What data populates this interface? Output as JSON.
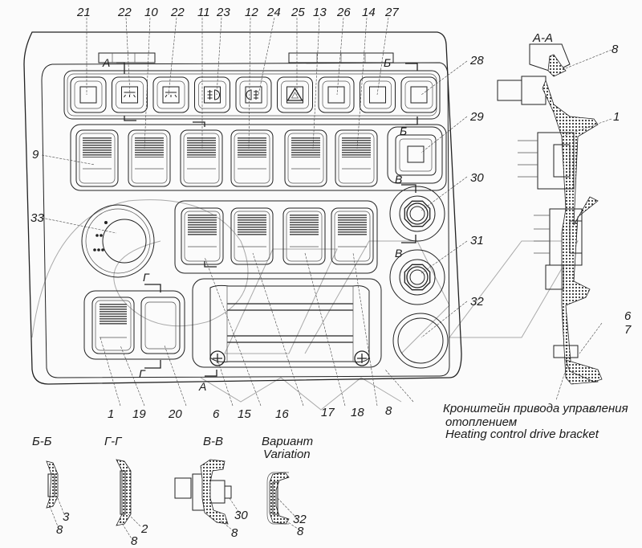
{
  "main_view": {
    "top_callouts": [
      "21",
      "22",
      "10",
      "22",
      "11",
      "23",
      "12",
      "24",
      "25",
      "13",
      "26",
      "14",
      "27"
    ],
    "right_callouts": [
      "28",
      "29",
      "30",
      "31",
      "32"
    ],
    "left_callouts": [
      "9",
      "33"
    ],
    "bottom_callouts": [
      "1",
      "19",
      "20",
      "6",
      "15",
      "16",
      "17",
      "18",
      "8"
    ],
    "section_marks": {
      "a": "А",
      "b": "Б",
      "v": "В",
      "g": "Г"
    },
    "top_row_icons": [
      "blank",
      "interior-light",
      "interior-light",
      "fog-light-front",
      "fog-light-rear",
      "hazard-warning",
      "blank",
      "blank",
      "blank"
    ]
  },
  "section_aa": {
    "title": "А-А",
    "callouts": [
      "8",
      "1",
      "6",
      "7"
    ],
    "caption_ru_line1": "Кронштейн привода управления",
    "caption_ru_line2": "отоплением",
    "caption_en": "Heating control drive bracket"
  },
  "details": [
    {
      "title": "Б-Б",
      "callouts": [
        "3",
        "8"
      ]
    },
    {
      "title": "Г-Г",
      "callouts": [
        "2",
        "8"
      ]
    },
    {
      "title": "В-В",
      "callouts": [
        "30",
        "8"
      ]
    },
    {
      "title_ru": "Вариант",
      "title_en": "Variation",
      "callouts": [
        "32",
        "8"
      ]
    }
  ]
}
